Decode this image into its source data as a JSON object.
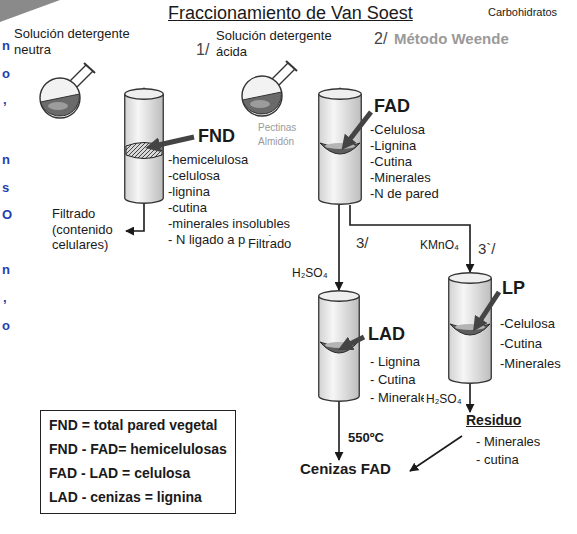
{
  "diagram": {
    "title": "Fraccionamiento de Van Soest",
    "nodes": [
      {
        "text": [
          "Solución detergente neutra"
        ]
      },
      {
        "text": [
          "FND",
          "-hemicelulosa",
          "-celulosa",
          "-lignina",
          "-cutina",
          "-minerales insolubles",
          "- N ligado a pared"
        ]
      },
      {
        "text": [
          "Filtrado (contenido celulares)"
        ]
      },
      {
        "text": [
          "Solución detergente ácida"
        ]
      },
      {
        "text": [
          "FAD",
          "-Celulosa",
          "-Lignina",
          "-Cutina",
          "-Minerales",
          "-N de pared"
        ]
      },
      {
        "text": [
          "LAD",
          "- Lignina",
          "- Cutina",
          "- Minerales"
        ]
      },
      {
        "text": [
          "LP",
          "-Celulosa",
          "-Cutina",
          "-Minerales"
        ]
      },
      {
        "text": [
          "Residuo",
          "- Minerales",
          "- cutina"
        ]
      },
      {
        "text": [
          "Cenizas FAD"
        ]
      },
      {
        "text": [
          "FND = total pared vegetal",
          "FND - FAD= hemicelulosas",
          "FAD - LAD = celulosa",
          "LAD - cenizas = lignina"
        ]
      }
    ],
    "edges": [
      {
        "from": 0,
        "to": 1,
        "arrow": "to"
      },
      {
        "from": 1,
        "to": 2,
        "arrow": "to"
      },
      {
        "from": 3,
        "to": 4,
        "arrow": "to"
      },
      {
        "from": 4,
        "to": 5,
        "label": "Filtrado",
        "arrow": "to"
      },
      {
        "from": 4,
        "to": 6,
        "label": "KMnO₄",
        "arrow": "to"
      },
      {
        "from": 5,
        "to": 8,
        "arrow": "to"
      },
      {
        "from": 6,
        "to": 7,
        "label": "H₂SO₄",
        "arrow": "to"
      },
      {
        "from": 7,
        "to": 8,
        "arrow": "to"
      }
    ],
    "labels": [
      "Carbohidratos",
      "1/",
      "2/",
      "3/",
      "3`/",
      "H₂SO₄",
      "550ºC",
      "Método Weende",
      "Pectinas",
      "Almidón",
      "n",
      "o",
      ",",
      "n",
      "s",
      "O",
      "n",
      ",",
      "o"
    ]
  }
}
